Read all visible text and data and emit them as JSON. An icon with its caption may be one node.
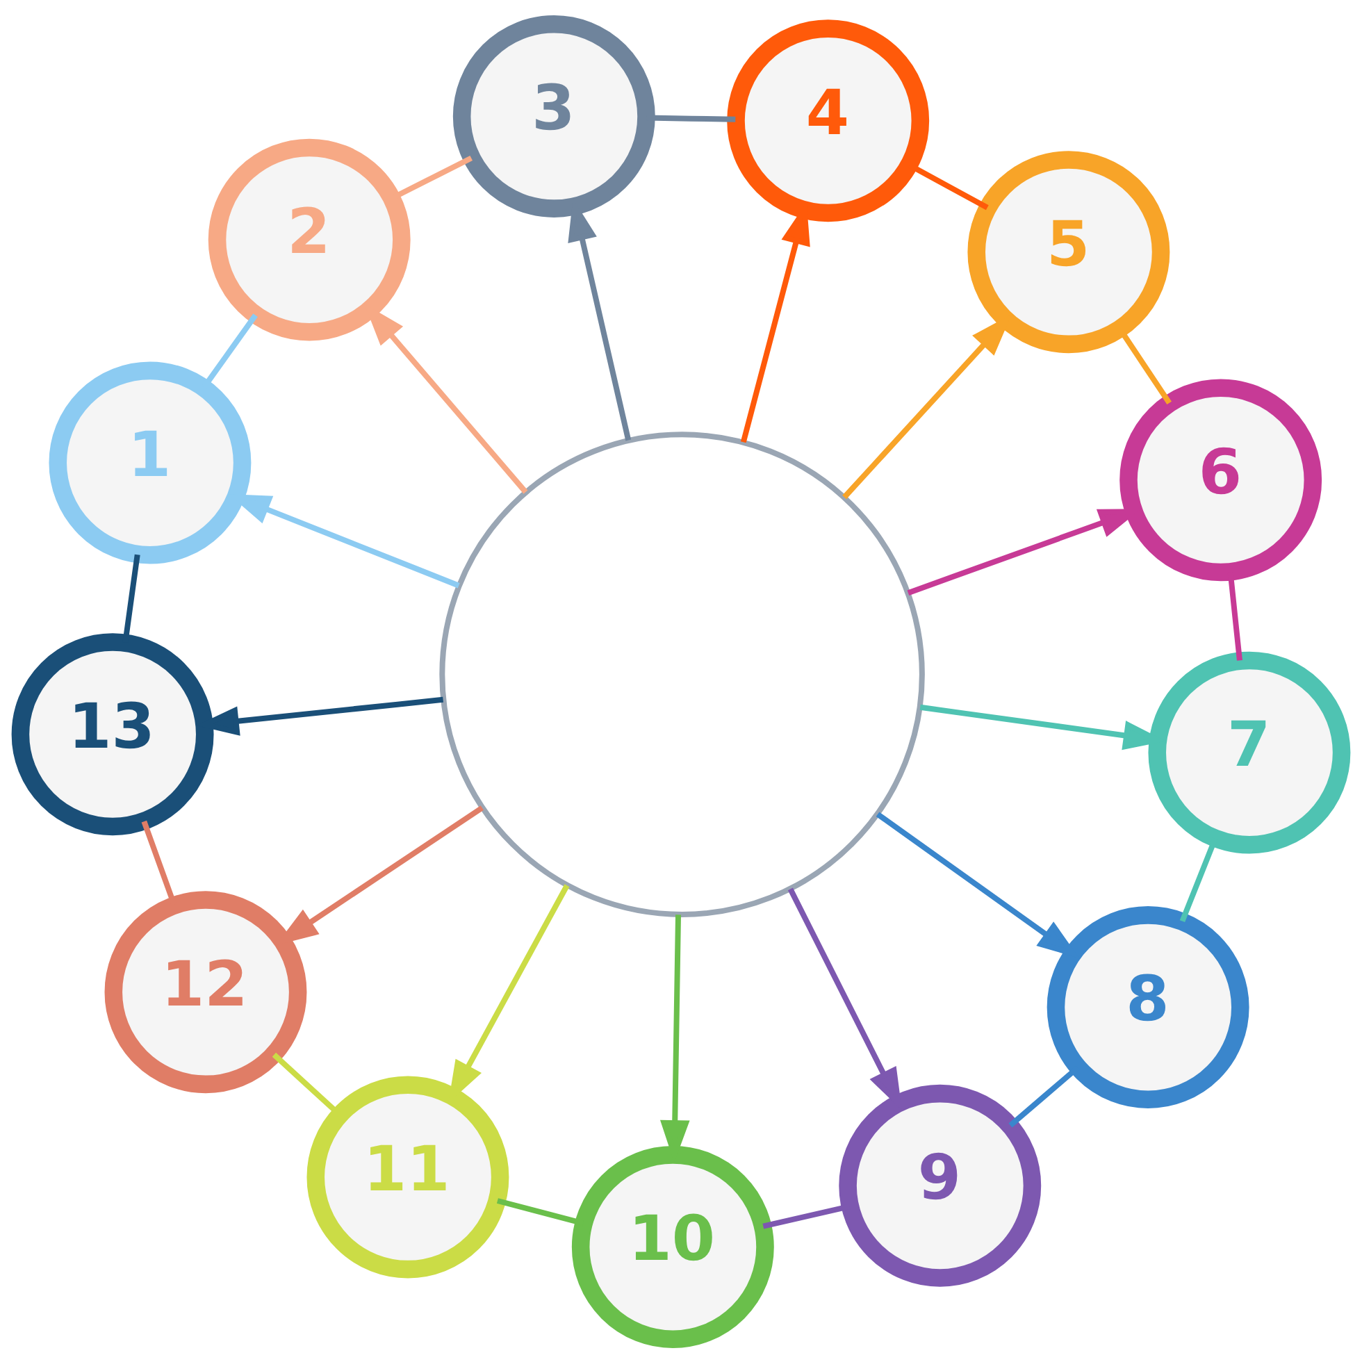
{
  "diagram": {
    "nodes": [
      {
        "text": [],
        "shape": "circle"
      },
      {
        "text": [
          "1"
        ]
      },
      {
        "text": [
          "2"
        ]
      },
      {
        "text": [
          "3"
        ]
      },
      {
        "text": [
          "4"
        ]
      },
      {
        "text": [
          "5"
        ]
      },
      {
        "text": [
          "6"
        ]
      },
      {
        "text": [
          "7"
        ]
      },
      {
        "text": [
          "8"
        ]
      },
      {
        "text": [
          "9"
        ]
      },
      {
        "text": [
          "10"
        ]
      },
      {
        "text": [
          "11"
        ]
      },
      {
        "text": [
          "12"
        ]
      },
      {
        "text": [
          "13"
        ]
      }
    ],
    "edges": [
      {
        "from": 0,
        "to": 1,
        "arrow": "to",
        "color": "#8ccbf2"
      },
      {
        "from": 0,
        "to": 2,
        "arrow": "to",
        "color": "#f7a985"
      },
      {
        "from": 0,
        "to": 3,
        "arrow": "to",
        "color": "#6f849c"
      },
      {
        "from": 0,
        "to": 4,
        "arrow": "to",
        "color": "#ff5a0a"
      },
      {
        "from": 0,
        "to": 5,
        "arrow": "to",
        "color": "#f8a428"
      },
      {
        "from": 0,
        "to": 6,
        "arrow": "to",
        "color": "#c73a96"
      },
      {
        "from": 0,
        "to": 7,
        "arrow": "to",
        "color": "#4fc3b2"
      },
      {
        "from": 0,
        "to": 8,
        "arrow": "to",
        "color": "#3a86cc"
      },
      {
        "from": 0,
        "to": 9,
        "arrow": "to",
        "color": "#7d58b0"
      },
      {
        "from": 0,
        "to": 10,
        "arrow": "to",
        "color": "#6abf4b"
      },
      {
        "from": 0,
        "to": 11,
        "arrow": "to",
        "color": "#cbdc46"
      },
      {
        "from": 0,
        "to": 12,
        "arrow": "to",
        "color": "#e07d66"
      },
      {
        "from": 0,
        "to": 13,
        "arrow": "to",
        "color": "#1a4f78"
      },
      {
        "from": 1,
        "to": 2,
        "arrow": "none",
        "color": "#8ccbf2"
      },
      {
        "from": 2,
        "to": 3,
        "arrow": "none",
        "color": "#f7a985"
      },
      {
        "from": 3,
        "to": 4,
        "arrow": "none",
        "color": "#6f849c"
      },
      {
        "from": 4,
        "to": 5,
        "arrow": "none",
        "color": "#ff5a0a"
      },
      {
        "from": 5,
        "to": 6,
        "arrow": "none",
        "color": "#f8a428"
      },
      {
        "from": 6,
        "to": 7,
        "arrow": "none",
        "color": "#c73a96"
      },
      {
        "from": 7,
        "to": 8,
        "arrow": "none",
        "color": "#4fc3b2"
      },
      {
        "from": 8,
        "to": 9,
        "arrow": "none",
        "color": "#3a86cc"
      },
      {
        "from": 9,
        "to": 10,
        "arrow": "none",
        "color": "#7d58b0"
      },
      {
        "from": 10,
        "to": 11,
        "arrow": "none",
        "color": "#6abf4b"
      },
      {
        "from": 11,
        "to": 12,
        "arrow": "none",
        "color": "#cbdc46"
      },
      {
        "from": 12,
        "to": 13,
        "arrow": "none",
        "color": "#e07d66"
      },
      {
        "from": 13,
        "to": 1,
        "arrow": "none",
        "color": "#1a4f78"
      }
    ]
  }
}
